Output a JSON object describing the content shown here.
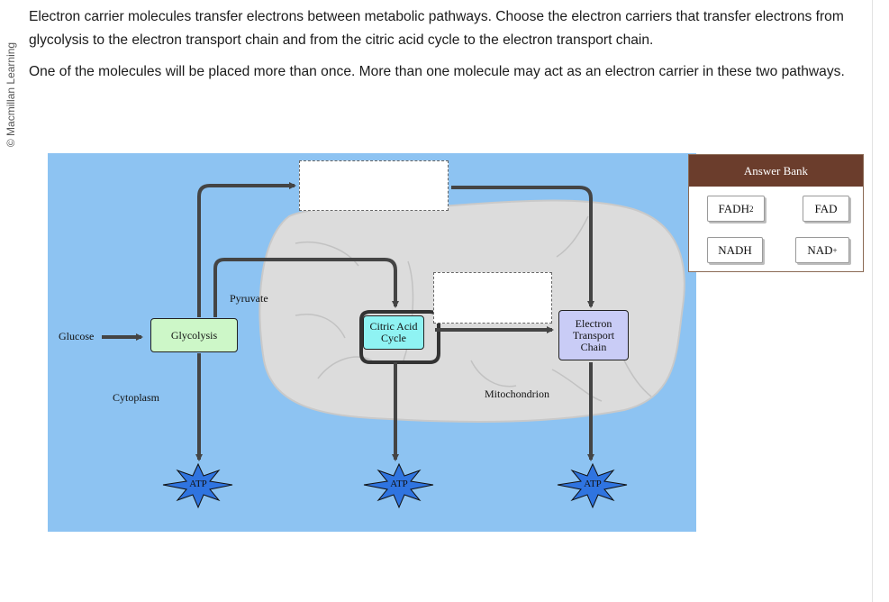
{
  "copyright": "© Macmillan Learning",
  "question": {
    "line1": "Electron carrier molecules transfer electrons between metabolic pathways. Choose the electron carriers that transfer electrons from glycolysis to the electron transport chain and from the citric acid cycle to the electron transport chain.",
    "line2": "One of the molecules will be placed more than once. More than one molecule may act as an electron carrier in these two pathways."
  },
  "diagram": {
    "glucose": "Glucose",
    "glycolysis": "Glycolysis",
    "pyruvate": "Pyruvate",
    "cytoplasm": "Cytoplasm",
    "citric_line1": "Citric Acid",
    "citric_line2": "Cycle",
    "etc_line1": "Electron",
    "etc_line2": "Transport",
    "etc_line3": "Chain",
    "mitochondrion": "Mitochondrion",
    "atp1": "ATP",
    "atp2": "ATP",
    "atp3": "ATP"
  },
  "answer_bank": {
    "title": "Answer Bank",
    "fadh2_main": "FADH",
    "fadh2_sub": "2",
    "fad": "FAD",
    "nadh": "NADH",
    "nadplus_main": "NAD",
    "nadplus_sup": "+"
  }
}
